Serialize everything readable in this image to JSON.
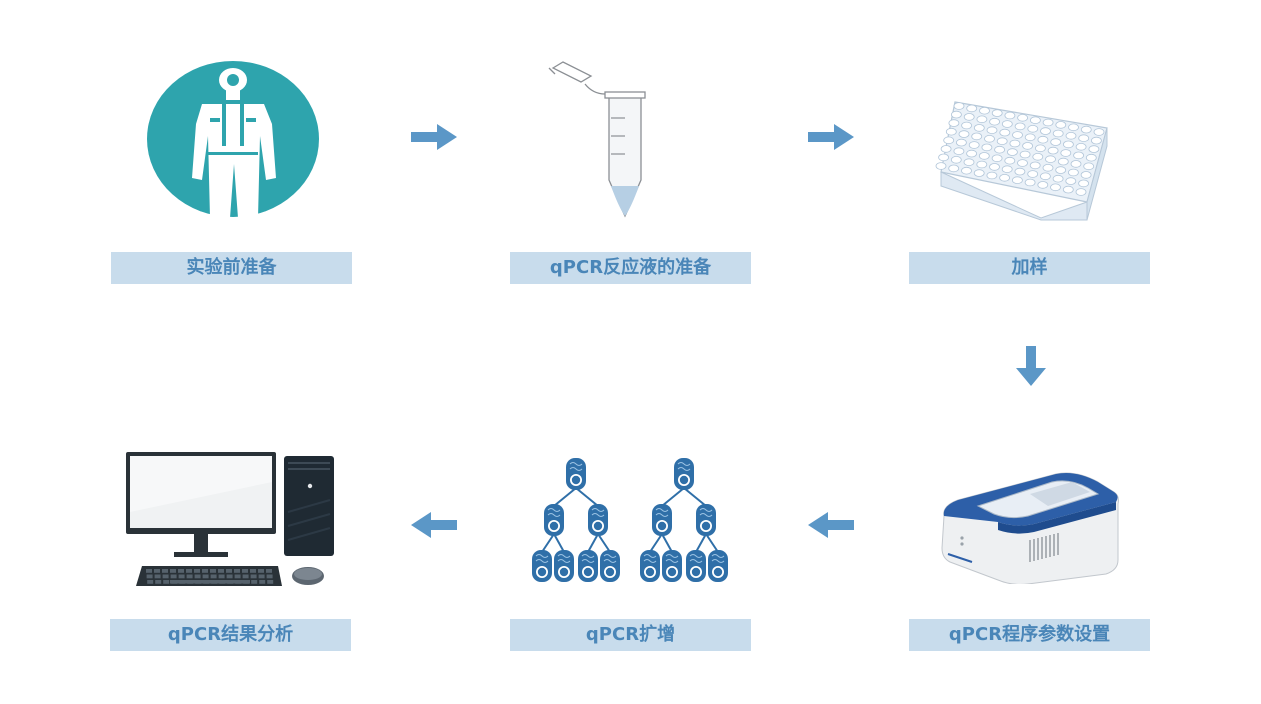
{
  "colors": {
    "label_bg": "#c8dcec",
    "label_text": "#4a86b8",
    "arrow": "#5b97c7",
    "teal": "#2ea4ad",
    "cell_blue": "#2f6fa8"
  },
  "steps": [
    {
      "label": "实验前准备",
      "icon": "protective-suit-icon"
    },
    {
      "label": "qPCR反应液的准备",
      "icon": "centrifuge-tube-icon"
    },
    {
      "label": "加样",
      "icon": "well-plate-icon"
    },
    {
      "label": "qPCR程序参数设置",
      "icon": "qpcr-instrument-icon"
    },
    {
      "label": "qPCR扩增",
      "icon": "amplification-icon"
    },
    {
      "label": "qPCR结果分析",
      "icon": "computer-icon"
    }
  ],
  "arrows": [
    "arrow-right-icon",
    "arrow-right-icon",
    "arrow-down-icon",
    "arrow-left-icon",
    "arrow-left-icon"
  ]
}
